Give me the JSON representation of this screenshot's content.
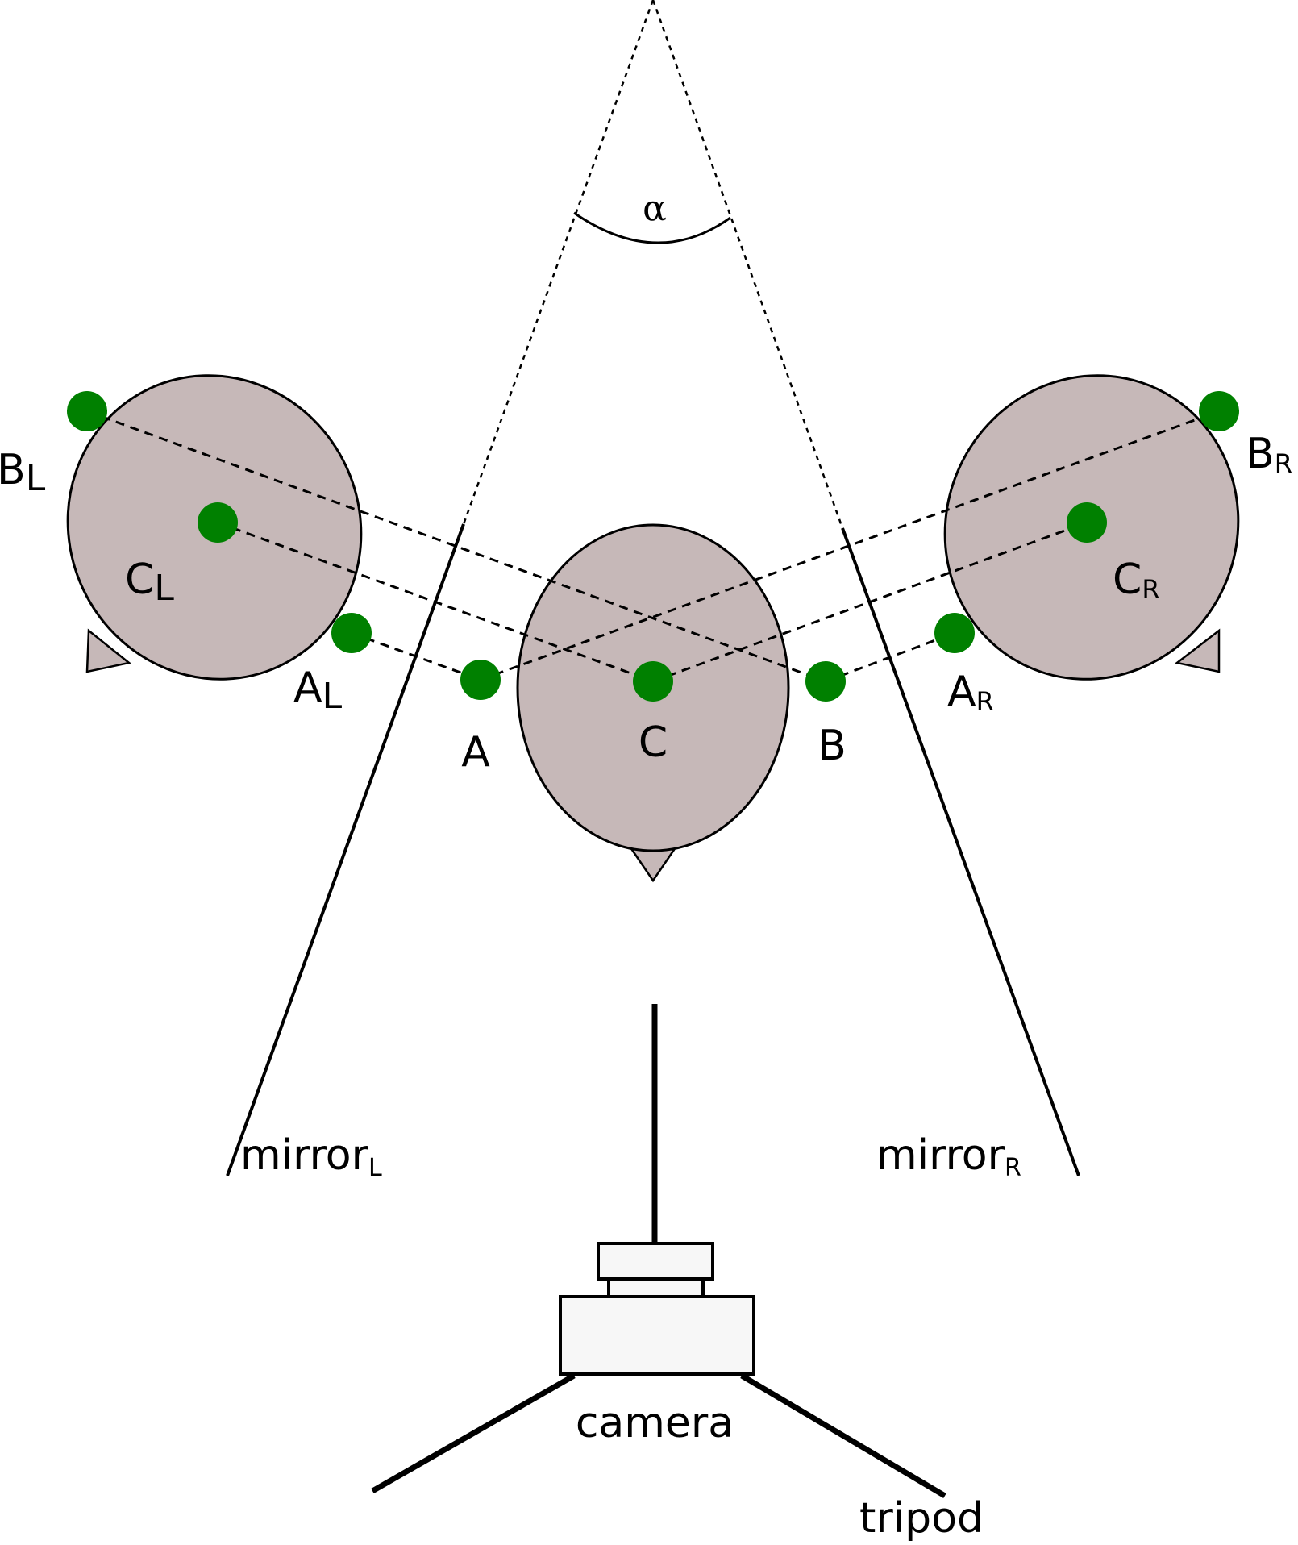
{
  "angle_label": "α",
  "points": {
    "A": "A",
    "B": "B",
    "C": "C",
    "A_L": {
      "base": "A",
      "sub": "L"
    },
    "B_L": {
      "base": "B",
      "sub": "L"
    },
    "C_L": {
      "base": "C",
      "sub": "L"
    },
    "A_R": {
      "base": "A",
      "sub": "R"
    },
    "B_R": {
      "base": "B",
      "sub": "R"
    },
    "C_R": {
      "base": "C",
      "sub": "R"
    }
  },
  "mirror_left": {
    "base": "mirror",
    "sub": "L"
  },
  "mirror_right": {
    "base": "mirror",
    "sub": "R"
  },
  "camera_label": "camera",
  "tripod_label": "tripod",
  "colors": {
    "marker": "#008000",
    "head_fill": "#c6b8b8",
    "stroke": "#000000",
    "camera_fill": "#f7f7f7"
  }
}
